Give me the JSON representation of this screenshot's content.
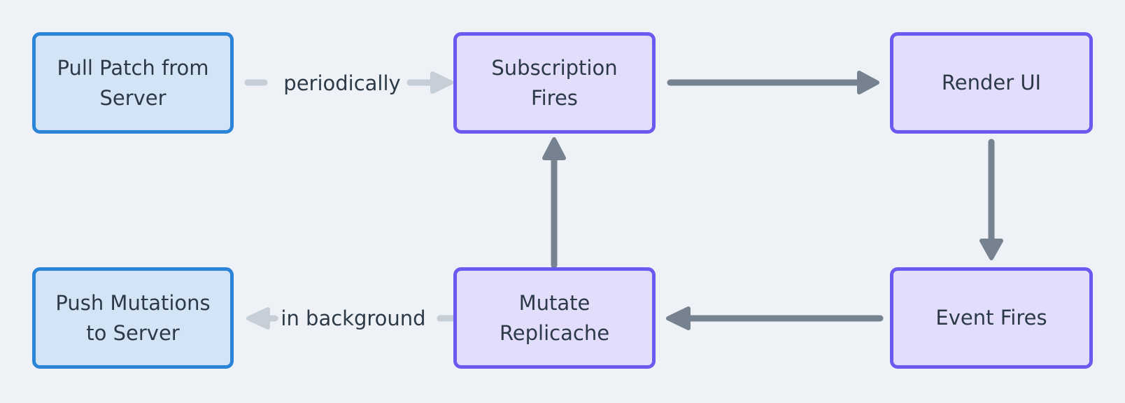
{
  "diagram": {
    "nodes": {
      "pull_patch": {
        "label": "Pull Patch from\nServer",
        "type": "blue"
      },
      "subscription_fires": {
        "label": "Subscription\nFires",
        "type": "purple"
      },
      "render_ui": {
        "label": "Render UI",
        "type": "purple"
      },
      "push_mutations": {
        "label": "Push Mutations\nto Server",
        "type": "blue"
      },
      "mutate_replicache": {
        "label": "Mutate\nReplicache",
        "type": "purple"
      },
      "event_fires": {
        "label": "Event Fires",
        "type": "purple"
      }
    },
    "edges": {
      "pull_to_subscription": {
        "from": "Pull Patch from Server",
        "to": "Subscription Fires",
        "label": "periodically",
        "style": "light"
      },
      "subscription_to_render": {
        "from": "Subscription Fires",
        "to": "Render UI",
        "label": "",
        "style": "dark"
      },
      "render_to_event": {
        "from": "Render UI",
        "to": "Event Fires",
        "label": "",
        "style": "dark"
      },
      "event_to_mutate": {
        "from": "Event Fires",
        "to": "Mutate Replicache",
        "label": "",
        "style": "dark"
      },
      "mutate_to_subscription": {
        "from": "Mutate Replicache",
        "to": "Subscription Fires",
        "label": "",
        "style": "dark"
      },
      "mutate_to_push": {
        "from": "Mutate Replicache",
        "to": "Push Mutations to Server",
        "label": "in background",
        "style": "light"
      }
    },
    "colors": {
      "background": "#eef1f6",
      "blue_fill": "#d3e4f6",
      "blue_border": "#2b84d8",
      "purple_fill": "#e1ddfa",
      "purple_border": "#6a5af0",
      "dark_arrow": "#76828f",
      "light_arrow": "#c6cfd8",
      "text": "#2c3a48"
    }
  }
}
